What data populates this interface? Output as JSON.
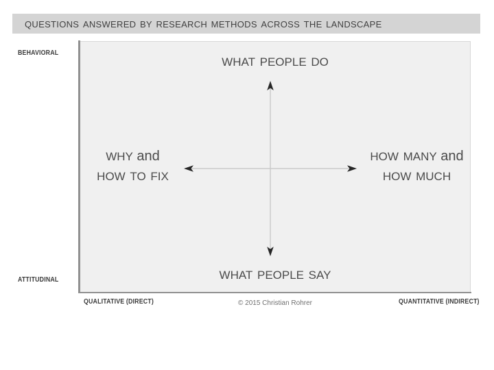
{
  "title": {
    "text": "Questions answered by research methods across the landscape",
    "band_color": "#d4d4d4",
    "text_color": "#3f3f3f"
  },
  "plot": {
    "background_color": "#f0f0f0",
    "axis_color": "#909090",
    "arrow_color": "#c9c9c9",
    "arrowhead_color": "#333333"
  },
  "axes": {
    "y_top_label": "Behavioral",
    "y_bottom_label": "Attitudinal",
    "x_left_label": "Qualitative (direct)",
    "x_right_label": "Quantitative (indirect)"
  },
  "quadrant_labels": {
    "top": "What people do",
    "bottom": "What people say",
    "left_line1": "Why",
    "left_conjunction": "and",
    "left_line2": "How to fix",
    "right_line1": "How many",
    "right_conjunction": "and",
    "right_line2": "How much"
  },
  "credit": "© 2015 Christian Rohrer",
  "chart_data": {
    "type": "scatter",
    "title": "Questions answered by research methods across the landscape",
    "xlabel": "",
    "ylabel": "",
    "x_axis": {
      "left": "Qualitative (direct)",
      "right": "Quantitative (indirect)"
    },
    "y_axis": {
      "top": "Behavioral",
      "bottom": "Attitudinal"
    },
    "annotations": [
      {
        "position": "top",
        "text": "What people do"
      },
      {
        "position": "bottom",
        "text": "What people say"
      },
      {
        "position": "left",
        "text": "Why and How to fix"
      },
      {
        "position": "right",
        "text": "How many and How much"
      }
    ],
    "grid": false,
    "legend": null
  }
}
